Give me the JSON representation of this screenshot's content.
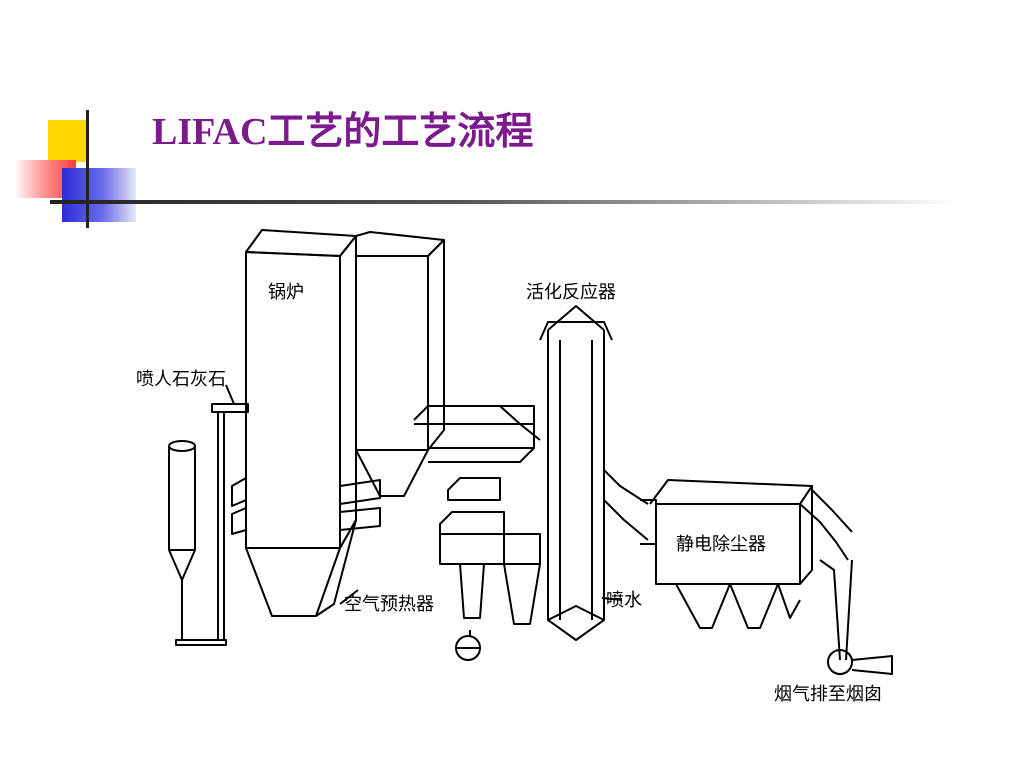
{
  "slide": {
    "title": "LIFAC工艺的工艺流程"
  },
  "diagram": {
    "labels": {
      "boiler": "锅炉",
      "limestone_injection": "喷人石灰石",
      "activation_reactor": "活化反应器",
      "air_preheater": "空气预热器",
      "water_spray": "喷水",
      "electrostatic_precipitator": "静电除尘器",
      "flue_gas_to_stack": "烟气排至烟囱"
    }
  }
}
